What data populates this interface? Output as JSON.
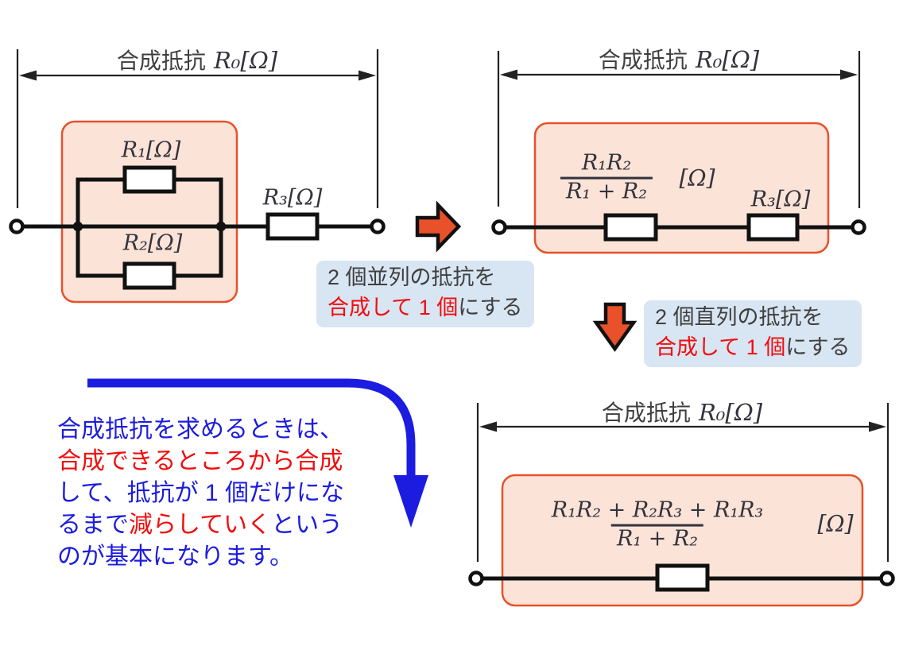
{
  "colors": {
    "accent_orange": "#e8512a",
    "box_pink": "#fce3d7",
    "callout_blue_bg": "#d8e5f2",
    "text_dark": "#3f3f3f",
    "text_red": "#f20d0d",
    "text_blue": "#1c1ce0"
  },
  "d1": {
    "title_jp": "合成抵抗",
    "title_math": "R₀[Ω]",
    "r1": "R₁[Ω]",
    "r2": "R₂[Ω]",
    "r3": "R₃[Ω]"
  },
  "d2": {
    "title_jp": "合成抵抗",
    "title_math": "R₀[Ω]",
    "frac_num": "R₁R₂",
    "frac_den": "R₁ + R₂",
    "unit": "[Ω]",
    "r3": "R₃[Ω]"
  },
  "d3": {
    "title_jp": "合成抵抗",
    "title_math": "R₀[Ω]",
    "frac_num": "R₁R₂ + R₂R₃ + R₁R₃",
    "frac_den": "R₁ + R₂",
    "unit": "[Ω]"
  },
  "callout_parallel": {
    "line1": "2 個並列の抵抗を",
    "line2_red": "合成して 1 個",
    "line2_rest": "にする"
  },
  "callout_series": {
    "line1": "2 個直列の抵抗を",
    "line2_red": "合成して 1 個",
    "line2_rest": "にする"
  },
  "note": {
    "line1": "合成抵抗を求めるときは、",
    "line2": "合成できるところから合成",
    "line3": "して、抵抗が 1 個だけにな",
    "line4_a": "るまで",
    "line4_b": "減らしていく",
    "line4_c": "という",
    "line5": "のが基本になります。"
  }
}
